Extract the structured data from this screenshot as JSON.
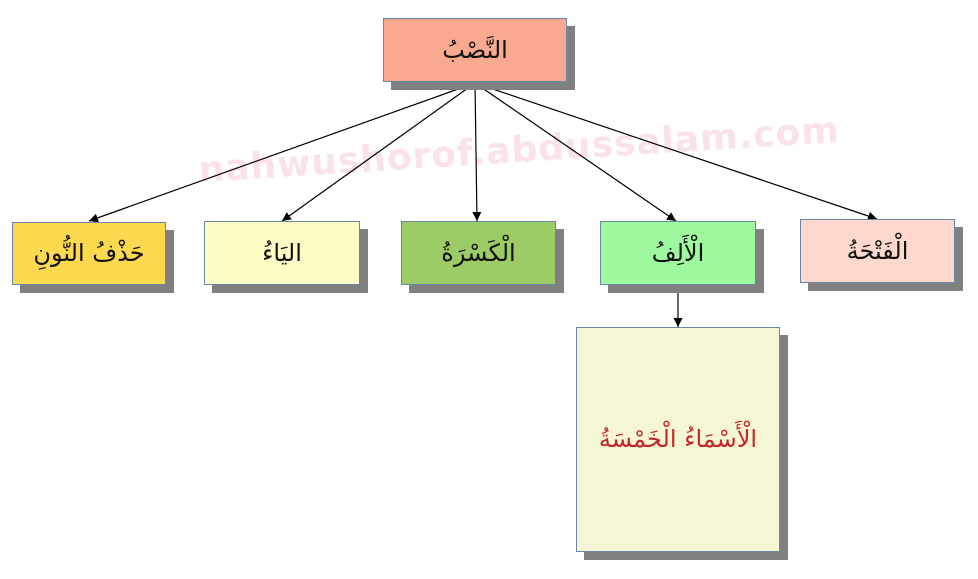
{
  "watermark": {
    "text": "nahwushorof.abdussalam.com",
    "color": "#fbe1ea"
  },
  "root": {
    "label": "النَّصْبُ",
    "color": "#f9a98f"
  },
  "children": [
    {
      "label": "حَذْفُ النُّونِ",
      "color": "#fcd94f"
    },
    {
      "label": "اليَاءُ",
      "color": "#fdfcc4"
    },
    {
      "label": "الْكَسْرَةُ",
      "color": "#9ccc66"
    },
    {
      "label": "الْأَلِفُ",
      "color": "#9ff99f"
    },
    {
      "label": "الْفَتْحَةُ",
      "color": "#fcd8cd"
    }
  ],
  "grandchild": {
    "parent": "الْأَلِفُ",
    "label": "الْأَسْمَاءُ الْخَمْسَةُ",
    "color": "#f5f7d4",
    "text_color": "#c0282a"
  }
}
